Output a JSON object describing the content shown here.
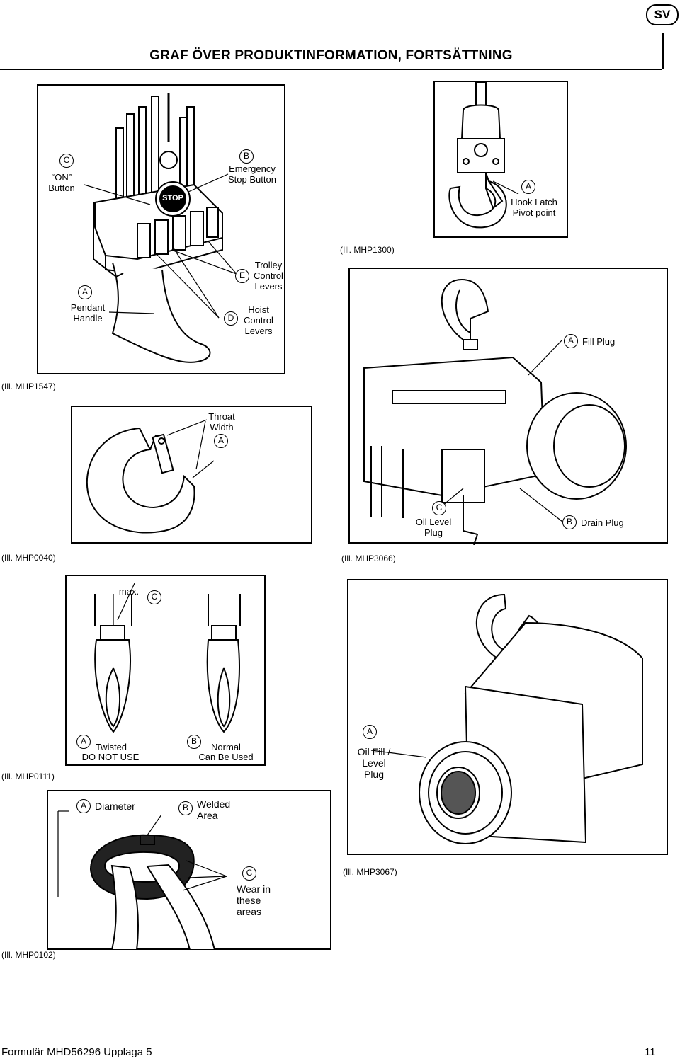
{
  "header": {
    "lang_badge": "SV",
    "title": "GRAF ÖVER PRODUKTINFORMATION, FORTSÄTTNING"
  },
  "pendant": {
    "c_letter": "C",
    "on_button": "“ON” Button",
    "b_letter": "B",
    "emergency": "Emergency Stop Button",
    "stop_text": "STOP",
    "a_letter": "A",
    "pendant_handle": "Pendant Handle",
    "e_letter": "E",
    "trolley": "Trolley Control Levers",
    "d_letter": "D",
    "hoist": "Hoist Control Levers",
    "caption": "(Ill. MHP1547)"
  },
  "hook_latch": {
    "a_letter": "A",
    "label": "Hook Latch Pivot point",
    "caption": "(Ill. MHP1300)"
  },
  "throat": {
    "label": "Throat Width",
    "a_letter": "A",
    "caption": "(Ill. MHP0040)"
  },
  "hoist_unit": {
    "a_letter": "A",
    "fill_plug": "Fill Plug",
    "c_letter": "C",
    "oil_level": "Oil Level Plug",
    "b_letter": "B",
    "drain_plug": "Drain Plug",
    "caption": "(Ill. MHP3066)"
  },
  "chain_links": {
    "max_label": "max.",
    "c_letter": "C",
    "a_letter": "A",
    "twisted": "Twisted",
    "do_not_use": "DO NOT USE",
    "b_letter": "B",
    "normal": "Normal",
    "can_be_used": "Can Be Used",
    "caption": "(Ill. MHP0111)"
  },
  "chain_wear": {
    "a_letter": "A",
    "diameter": "Diameter",
    "b_letter": "B",
    "welded": "Welded Area",
    "c_letter": "C",
    "wear": "Wear in these areas",
    "caption": "(Ill. MHP0102)"
  },
  "oil_fill": {
    "a_letter": "A",
    "label": "Oil Fill / Level Plug",
    "caption": "(Ill. MHP3067)"
  },
  "footer": {
    "form": "Formulär MHD56296  Upplaga 5",
    "page": "11"
  }
}
